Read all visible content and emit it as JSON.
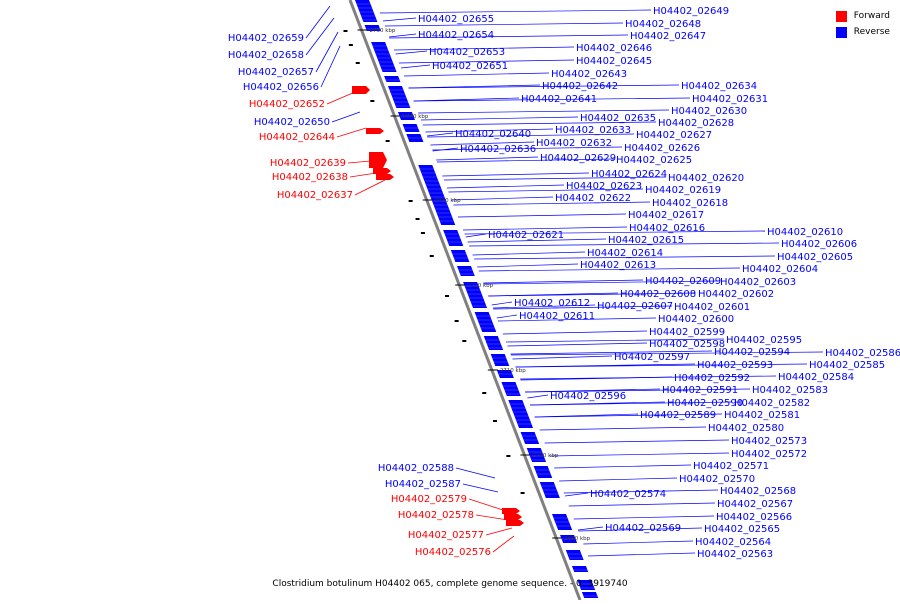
{
  "legend": [
    {
      "label": "Forward",
      "color": "#ff0000"
    },
    {
      "label": "Reverse",
      "color": "#0000ff"
    }
  ],
  "caption": "Clostridium botulinum H04402 065, complete genome sequence. - 0..3919740",
  "ticks": [
    "2750 kbp",
    "2740 kbp",
    "2730 kbp",
    "2720 kbp",
    "2710 kbp",
    "2700 kbp",
    "2690 kbp"
  ],
  "colors": {
    "forward": "#ff0000",
    "reverse": "#0000ff",
    "backbone": "#808080"
  },
  "left_labels": [
    {
      "id": "H04402_02659",
      "strand": "reverse"
    },
    {
      "id": "H04402_02658",
      "strand": "reverse"
    },
    {
      "id": "H04402_02657",
      "strand": "reverse"
    },
    {
      "id": "H04402_02656",
      "strand": "reverse"
    },
    {
      "id": "H04402_02652",
      "strand": "forward"
    },
    {
      "id": "H04402_02650",
      "strand": "reverse"
    },
    {
      "id": "H04402_02644",
      "strand": "forward"
    },
    {
      "id": "H04402_02639",
      "strand": "forward"
    },
    {
      "id": "H04402_02638",
      "strand": "forward"
    },
    {
      "id": "H04402_02637",
      "strand": "forward"
    },
    {
      "id": "H04402_02588",
      "strand": "reverse"
    },
    {
      "id": "H04402_02587",
      "strand": "reverse"
    },
    {
      "id": "H04402_02579",
      "strand": "forward"
    },
    {
      "id": "H04402_02578",
      "strand": "forward"
    },
    {
      "id": "H04402_02577",
      "strand": "forward"
    },
    {
      "id": "H04402_02576",
      "strand": "forward"
    }
  ],
  "right_labels": [
    "H04402_02655",
    "H04402_02654",
    "H04402_02653",
    "H04402_02651",
    "H04402_02649",
    "H04402_02648",
    "H04402_02647",
    "H04402_02646",
    "H04402_02645",
    "H04402_02643",
    "H04402_02642",
    "H04402_02641",
    "H04402_02634",
    "H04402_02631",
    "H04402_02630",
    "H04402_02635",
    "H04402_02628",
    "H04402_02633",
    "H04402_02640",
    "H04402_02627",
    "H04402_02632",
    "H04402_02636",
    "H04402_02626",
    "H04402_02629",
    "H04402_02625",
    "H04402_02624",
    "H04402_02620",
    "H04402_02623",
    "H04402_02619",
    "H04402_02622",
    "H04402_02618",
    "H04402_02617",
    "H04402_02616",
    "H04402_02621",
    "H04402_02615",
    "H04402_02614",
    "H04402_02613",
    "H04402_02610",
    "H04402_02606",
    "H04402_02605",
    "H04402_02604",
    "H04402_02609",
    "H04402_02603",
    "H04402_02608",
    "H04402_02602",
    "H04402_02612",
    "H04402_02607",
    "H04402_02601",
    "H04402_02611",
    "H04402_02600",
    "H04402_02599",
    "H04402_02598",
    "H04402_02595",
    "H04402_02594",
    "H04402_02597",
    "H04402_02586",
    "H04402_02593",
    "H04402_02585",
    "H04402_02592",
    "H04402_02584",
    "H04402_02591",
    "H04402_02583",
    "H04402_02596",
    "H04402_02590",
    "H04402_02582",
    "H04402_02589",
    "H04402_02581",
    "H04402_02580",
    "H04402_02573",
    "H04402_02572",
    "H04402_02571",
    "H04402_02570",
    "H04402_02574",
    "H04402_02568",
    "H04402_02567",
    "H04402_02566",
    "H04402_02569",
    "H04402_02565",
    "H04402_02564",
    "H04402_02563"
  ]
}
